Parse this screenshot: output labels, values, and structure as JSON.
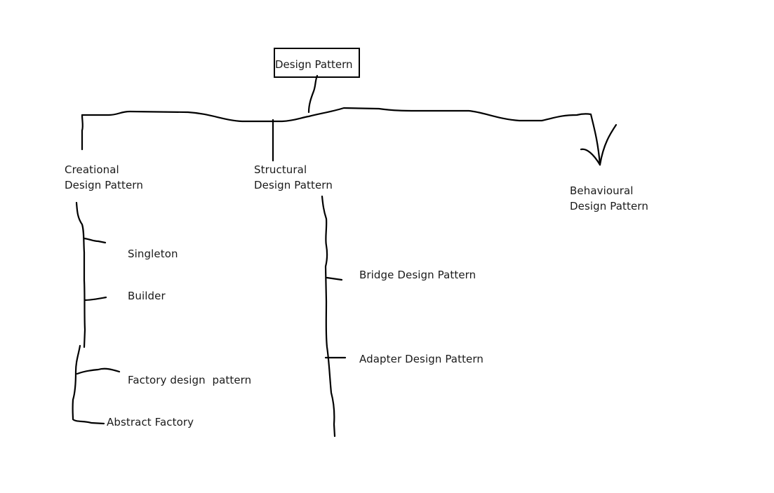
{
  "diagram": {
    "root": {
      "label": "Design Pattern"
    },
    "categories": {
      "creational": {
        "line1": "Creational",
        "line2": "Design Pattern",
        "items": [
          "Singleton",
          "Builder",
          "Factory design  pattern",
          "Abstract Factory"
        ]
      },
      "structural": {
        "line1": "Structural",
        "line2": "Design Pattern",
        "items": [
          "Bridge Design Pattern",
          "Adapter Design Pattern"
        ]
      },
      "behavioural": {
        "line1": "Behavioural",
        "line2": "Design Pattern"
      }
    }
  }
}
